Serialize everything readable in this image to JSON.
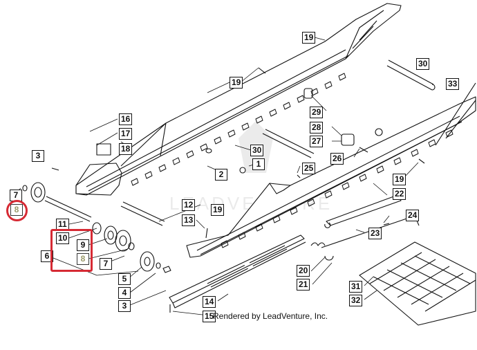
{
  "diagram": {
    "credit": "Rendered by LeadVenture, Inc.",
    "watermark": "LEADVENTURE",
    "highlight_color": "#d62a34",
    "callouts": [
      "19",
      "30",
      "33",
      "19",
      "29",
      "16",
      "17",
      "28",
      "27",
      "18",
      "30",
      "26",
      "3",
      "2",
      "1",
      "25",
      "19",
      "7",
      "22",
      "8",
      "12",
      "24",
      "19",
      "13",
      "11",
      "23",
      "10",
      "9",
      "6",
      "8",
      "7",
      "5",
      "20",
      "4",
      "21",
      "3",
      "31",
      "14",
      "32",
      "15"
    ]
  }
}
